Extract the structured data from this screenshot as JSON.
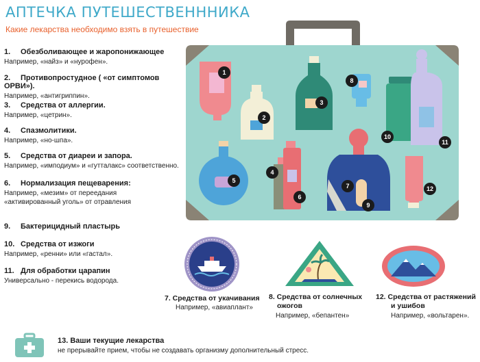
{
  "title": "АПТЕЧКА ПУТЕШЕСТВЕНННИКА",
  "subtitle": "Какие лекарства необходимо взять в путешествие",
  "items": [
    {
      "num": "1.",
      "heading": "Обезболивающее  и жаропонижающее",
      "desc": "Например, «найз» и «нурофен»."
    },
    {
      "num": "2.",
      "heading": "Противопростудное ( «от симптомов ОРВИ»).",
      "desc": "Например, «антигриппин»."
    },
    {
      "num": "3.",
      "heading": "Средства от аллергии.",
      "desc": "Например, «цетрин»."
    },
    {
      "num": "4.",
      "heading": "Спазмолитики.",
      "desc": "Например, «но-шпа»."
    },
    {
      "num": "5.",
      "heading": "Средства от диареи и запора.",
      "desc": "Например, «имподиум» и «гутталакс» соответственно."
    },
    {
      "num": "6.",
      "heading": "Нормализация пещеварения:",
      "desc": "Например, «мезим» от переедания «активированный уголь» от отравления"
    },
    {
      "num": "9.",
      "heading": "Бактерицидный пластырь",
      "desc": ""
    },
    {
      "num": "10.",
      "heading": "Средства от изжоги",
      "desc": "Например, «ренни» или «гастал»."
    },
    {
      "num": "11.",
      "heading": "Для обработки царапин",
      "desc": "Универсально - перекись водорода."
    }
  ],
  "bottle_numbers": [
    "1",
    "2",
    "3",
    "4",
    "5",
    "6",
    "7",
    "8",
    "9",
    "10",
    "11",
    "12"
  ],
  "badges": {
    "b7": {
      "title": "7. Средства от укачивания",
      "desc": "Например, «авиаплант»"
    },
    "b8": {
      "title_line1": "8. Средства от солнечных",
      "title_line2": "ожогов",
      "desc": "Например, «бепантен»"
    },
    "b12": {
      "title_line1": "12.  Средства от растяжений",
      "title_line2": "и ушибов",
      "desc": "Например, «вольтарен»."
    }
  },
  "current": {
    "title": "13. Ваши текущие лекарства",
    "desc": "не прерывайте прием, чтобы не создавать организму дополнительный стресс."
  },
  "colors": {
    "title": "#3fa9c9",
    "subtitle": "#e8602c",
    "case": "#9ed6cf",
    "handle": "#6f6b64",
    "corner": "#8a8375"
  }
}
